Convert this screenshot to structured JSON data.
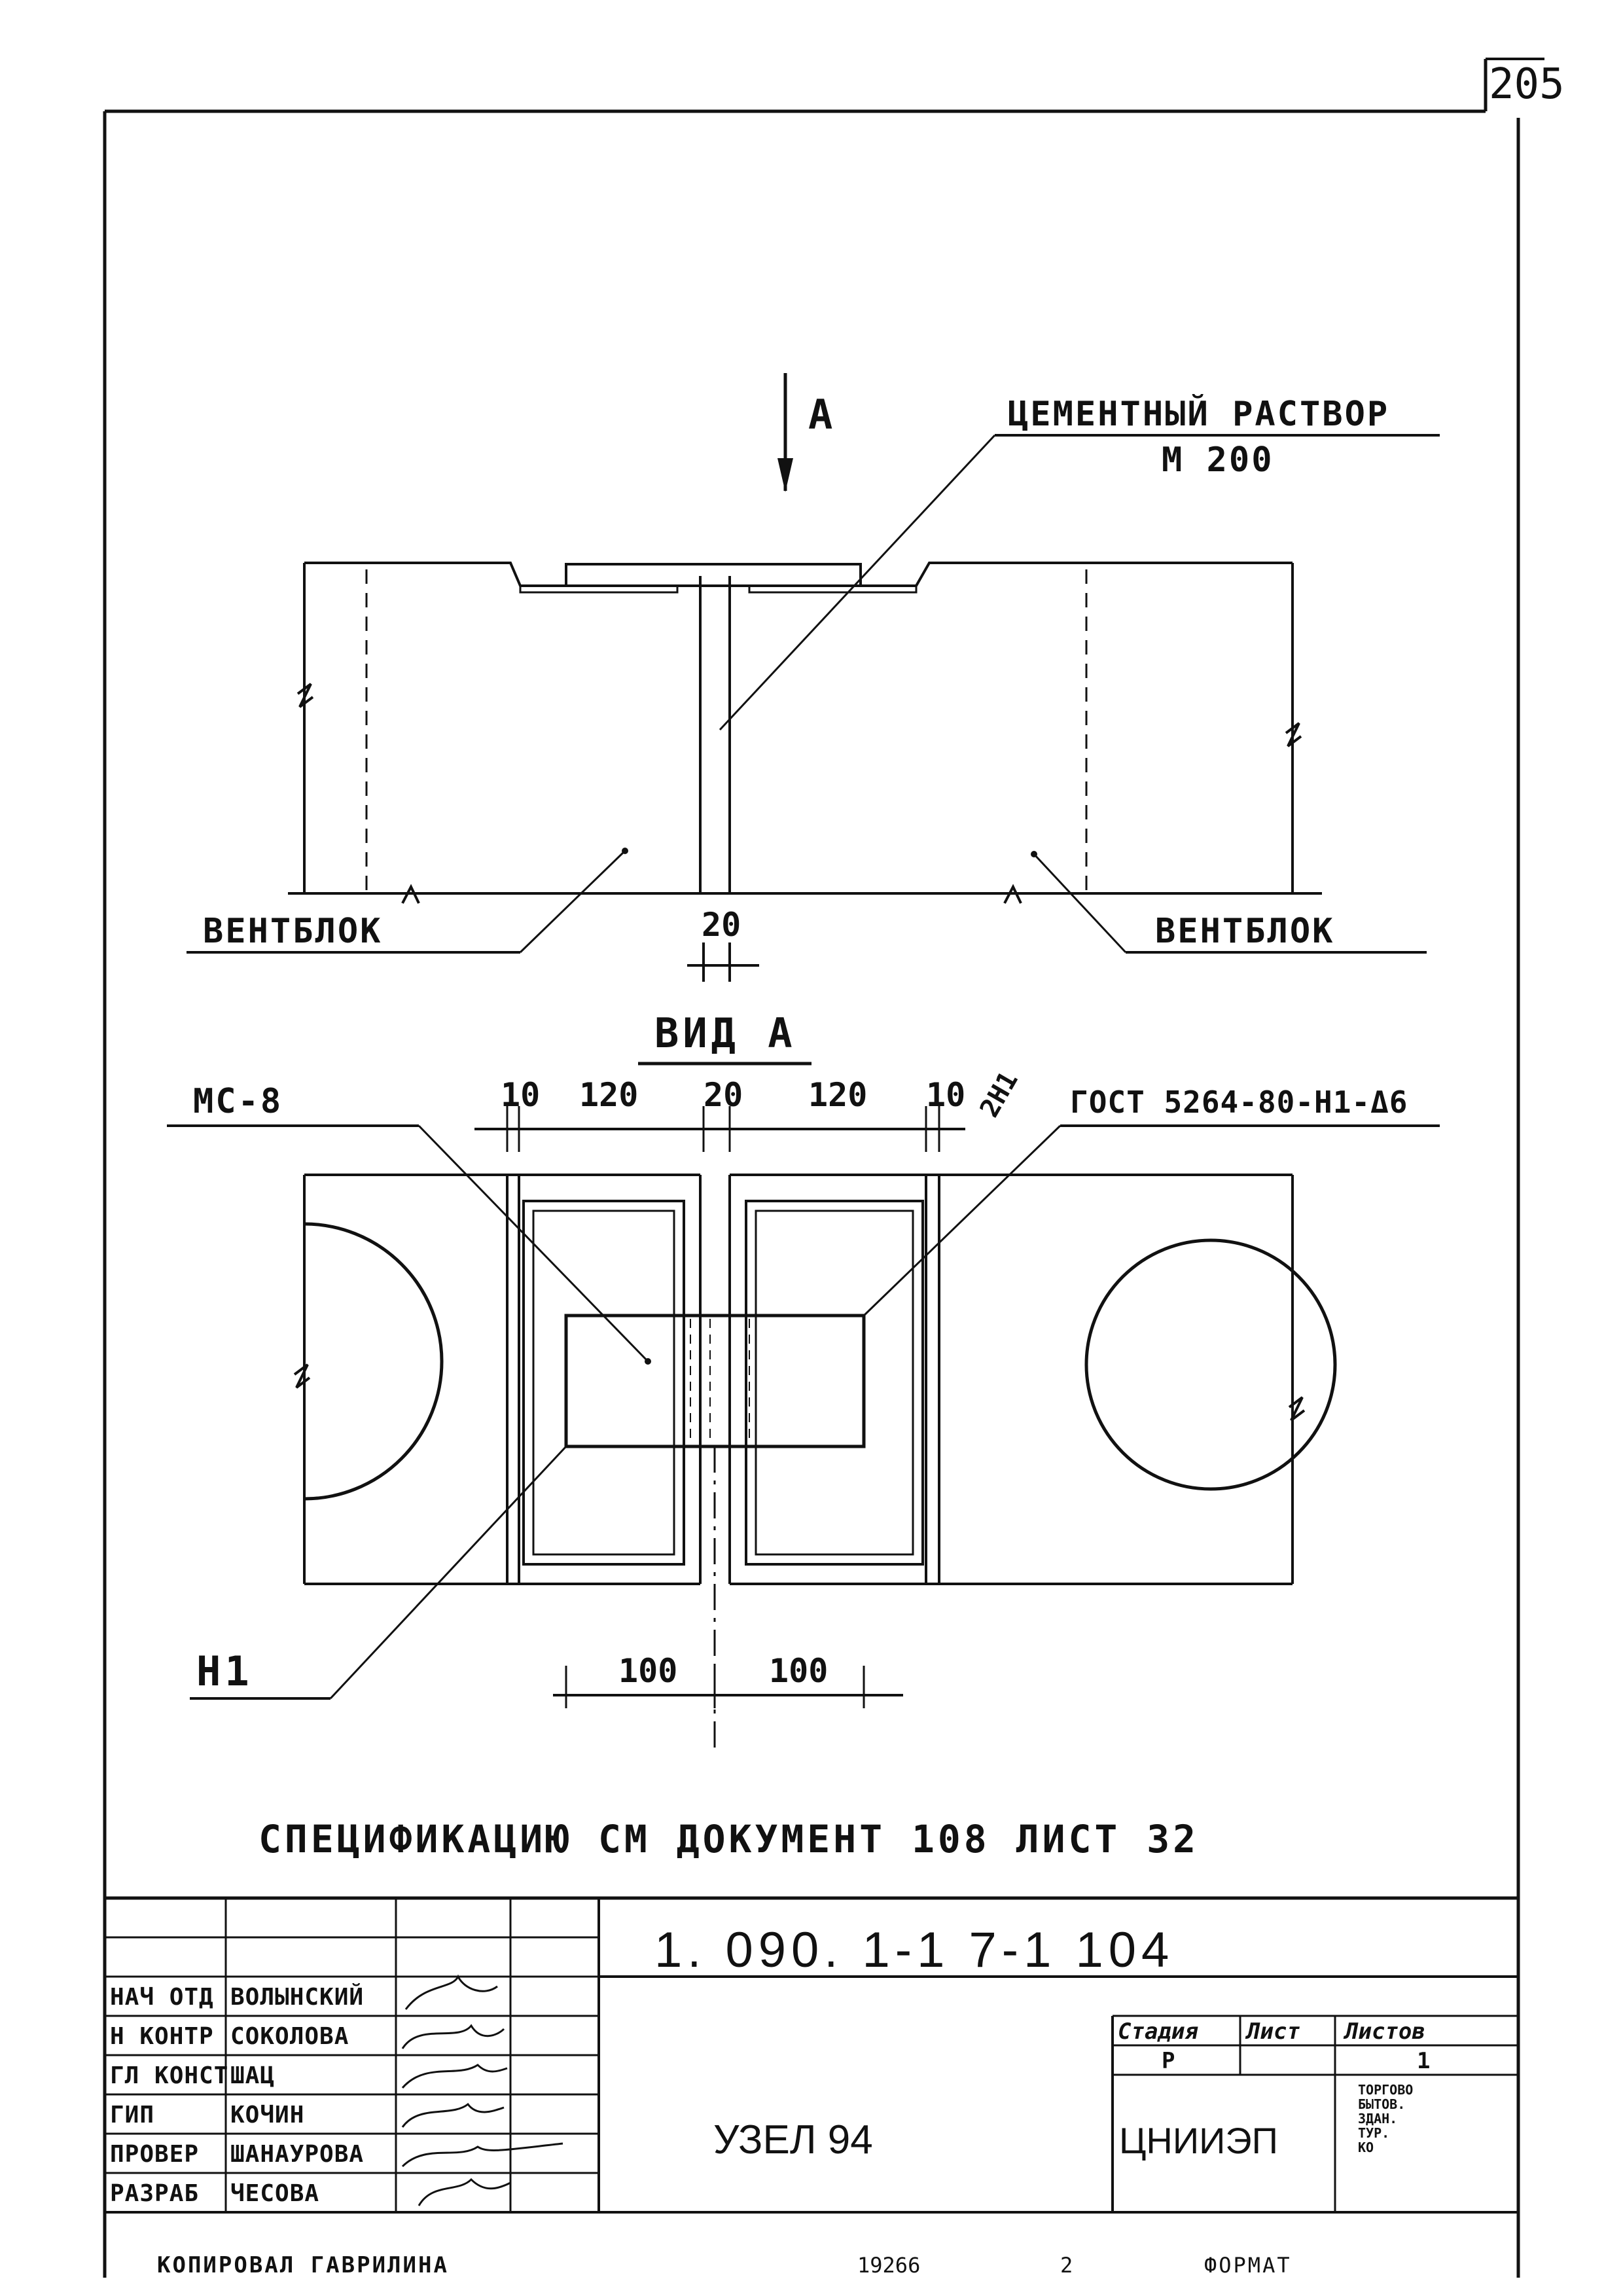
{
  "corner_number": "205",
  "section_mark": "А",
  "labels": {
    "mortar_line1": "ЦЕМЕНТНЫЙ РАСТВОР",
    "mortar_line2": "М 200",
    "block_left": "ВЕНТБЛОК",
    "block_right": "ВЕНТБЛОК",
    "view_title": "ВИД А",
    "part_mc": "МС-8",
    "gost": "ГОСТ 5264-80-Н1-Δ6",
    "weld_mark": "2Н1",
    "part_n1": "Н1",
    "spec_note": "СПЕЦИФИКАЦИЮ СМ ДОКУМЕНТ 108 ЛИСТ 32"
  },
  "dimensions": {
    "gap_top": "20",
    "d1": "10",
    "d2": "120",
    "d3": "20",
    "d4": "120",
    "d5": "10",
    "b1": "100",
    "b2": "100"
  },
  "title_block": {
    "doc_code": "1. 090. 1-1 7-1 104",
    "title": "УЗЕЛ 94",
    "org": "ЦНИИЭП",
    "org_sub": [
      "ТОРГОВО",
      "БЫТОВ.",
      "ЗДАН.",
      "ТУР.",
      "КО"
    ],
    "stage_header": "Стадия",
    "sheet_header": "Лист",
    "sheets_header": "Листов",
    "stage_value": "Р",
    "sheets_value": "1",
    "roles": [
      {
        "role": "НАЧ ОТД",
        "name": "ВОЛЫНСКИЙ"
      },
      {
        "role": "Н КОНТР",
        "name": "СОКОЛОВА"
      },
      {
        "role": "ГЛ КОНСТ",
        "name": "ШАЦ"
      },
      {
        "role": "ГИП",
        "name": "КОЧИН"
      },
      {
        "role": "ПРОВЕР",
        "name": "ШАНАУРОВА"
      },
      {
        "role": "РАЗРАБ",
        "name": "ЧЕСОВА"
      }
    ],
    "footer_copied": "КОПИРОВАЛ ГАВРИЛИНА",
    "footer_number": "19266",
    "footer_sheet": "2",
    "footer_format": "ФОРМАТ"
  }
}
